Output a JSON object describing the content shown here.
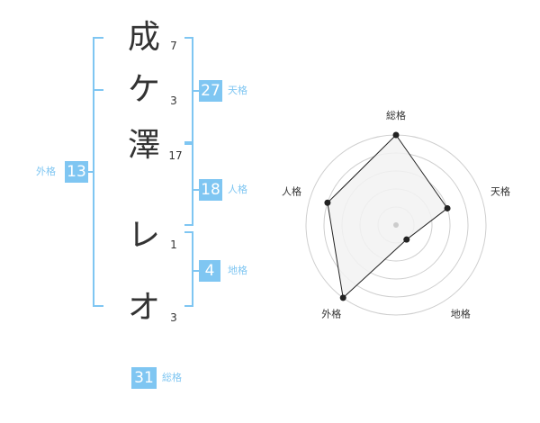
{
  "name": {
    "characters": [
      {
        "char": "成",
        "strokes": "7"
      },
      {
        "char": "ケ",
        "strokes": "3"
      },
      {
        "char": "澤",
        "strokes": "17"
      },
      {
        "char": "レ",
        "strokes": "1"
      },
      {
        "char": "オ",
        "strokes": "3"
      }
    ]
  },
  "fortunes": {
    "tenkaku": {
      "value": "27",
      "label": "天格"
    },
    "jinkaku": {
      "value": "18",
      "label": "人格"
    },
    "chikaku": {
      "value": "4",
      "label": "地格"
    },
    "gaikaku": {
      "value": "13",
      "label": "外格"
    },
    "soukaku": {
      "value": "31",
      "label": "総格"
    }
  },
  "colors": {
    "accent": "#7fc6f2",
    "text": "#333333",
    "radar_fill": "#f2f2f2",
    "radar_line": "#222222"
  },
  "chart_data": {
    "type": "radar",
    "axes": [
      "総格",
      "天格",
      "地格",
      "外格",
      "人格"
    ],
    "values": [
      5,
      3,
      1,
      5,
      4
    ],
    "range": [
      0,
      5
    ],
    "rings": 5,
    "grid": true
  }
}
